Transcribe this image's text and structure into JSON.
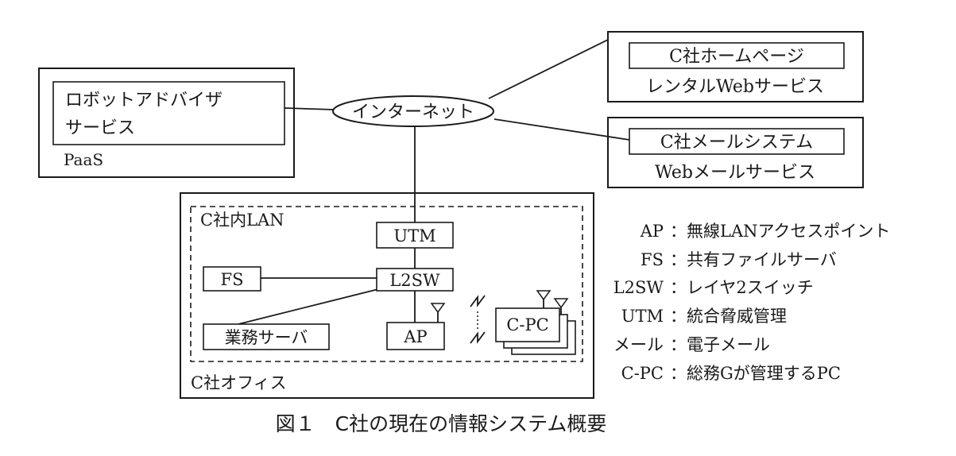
{
  "diagram": {
    "nodes": {
      "paas": {
        "label": "PaaS"
      },
      "robot_advisor": {
        "line1": "ロボットアドバイザ",
        "line2": "サービス"
      },
      "internet": {
        "label": "インターネット"
      },
      "rental_web": {
        "inner": "C社ホームページ",
        "outer": "レンタルWebサービス"
      },
      "webmail": {
        "inner": "C社メールシステム",
        "outer": "Webメールサービス"
      },
      "office": {
        "label": "C社オフィス"
      },
      "lan": {
        "label": "C社内LAN"
      },
      "utm": {
        "label": "UTM"
      },
      "l2sw": {
        "label": "L2SW"
      },
      "fs": {
        "label": "FS"
      },
      "biz_server": {
        "label": "業務サーバ"
      },
      "ap": {
        "label": "AP"
      },
      "cpc": {
        "label": "C-PC"
      }
    },
    "legend": [
      {
        "term": "AP",
        "sep": "：",
        "desc": "無線LANアクセスポイント"
      },
      {
        "term": "FS",
        "sep": "：",
        "desc": "共有ファイルサーバ"
      },
      {
        "term": "L2SW",
        "sep": "：",
        "desc": "レイヤ2スイッチ"
      },
      {
        "term": "UTM",
        "sep": "：",
        "desc": "統合脅威管理"
      },
      {
        "term": "メール",
        "sep": "：",
        "desc": "電子メール"
      },
      {
        "term": "C-PC",
        "sep": "：",
        "desc": "総務Gが管理するPC"
      }
    ],
    "caption": "図１　C社の現在の情報システム概要"
  }
}
